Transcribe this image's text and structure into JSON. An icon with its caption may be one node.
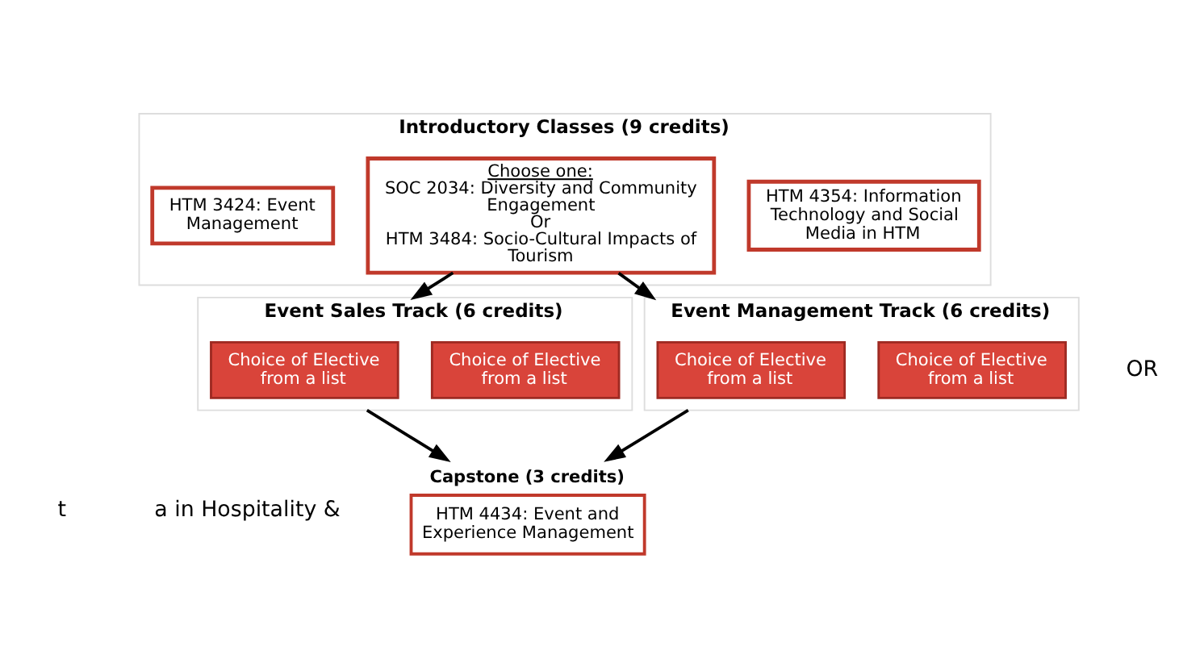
{
  "diagram": {
    "nodes": [
      {
        "text": [
          "Introductory Classes (9 credits)"
        ]
      },
      {
        "text": [
          "HTM 3424: Event Management"
        ],
        "in": 0
      },
      {
        "text": [
          "Choose one:",
          "SOC 2034: Diversity and Community Engagement",
          "Or",
          "HTM 3484: Socio-Cultural Impacts of Tourism"
        ],
        "in": 0
      },
      {
        "text": [
          "HTM 4354: Information Technology and Social Media in HTM"
        ],
        "in": 0
      },
      {
        "text": [
          "Event Sales Track (6 credits)"
        ]
      },
      {
        "text": [
          "Choice of Elective from a list"
        ],
        "in": 4
      },
      {
        "text": [
          "Choice of Elective from a list"
        ],
        "in": 4
      },
      {
        "text": [
          "Event Management Track (6 credits)"
        ]
      },
      {
        "text": [
          "Choice of Elective from a list"
        ],
        "in": 7
      },
      {
        "text": [
          "Choice of Elective from a list"
        ],
        "in": 7
      },
      {
        "text": [
          "Capstone (3 credits)",
          "HTM 4434: Event and Experience Management"
        ]
      }
    ],
    "edges": [
      {
        "from": 2,
        "to": 4,
        "arrow": "to"
      },
      {
        "from": 2,
        "to": 7,
        "arrow": "to"
      },
      {
        "from": 4,
        "to": 10,
        "arrow": "to"
      },
      {
        "from": 7,
        "to": 10,
        "arrow": "to"
      }
    ],
    "labels": [
      "OR",
      "t",
      "a in Hospitality &"
    ]
  }
}
